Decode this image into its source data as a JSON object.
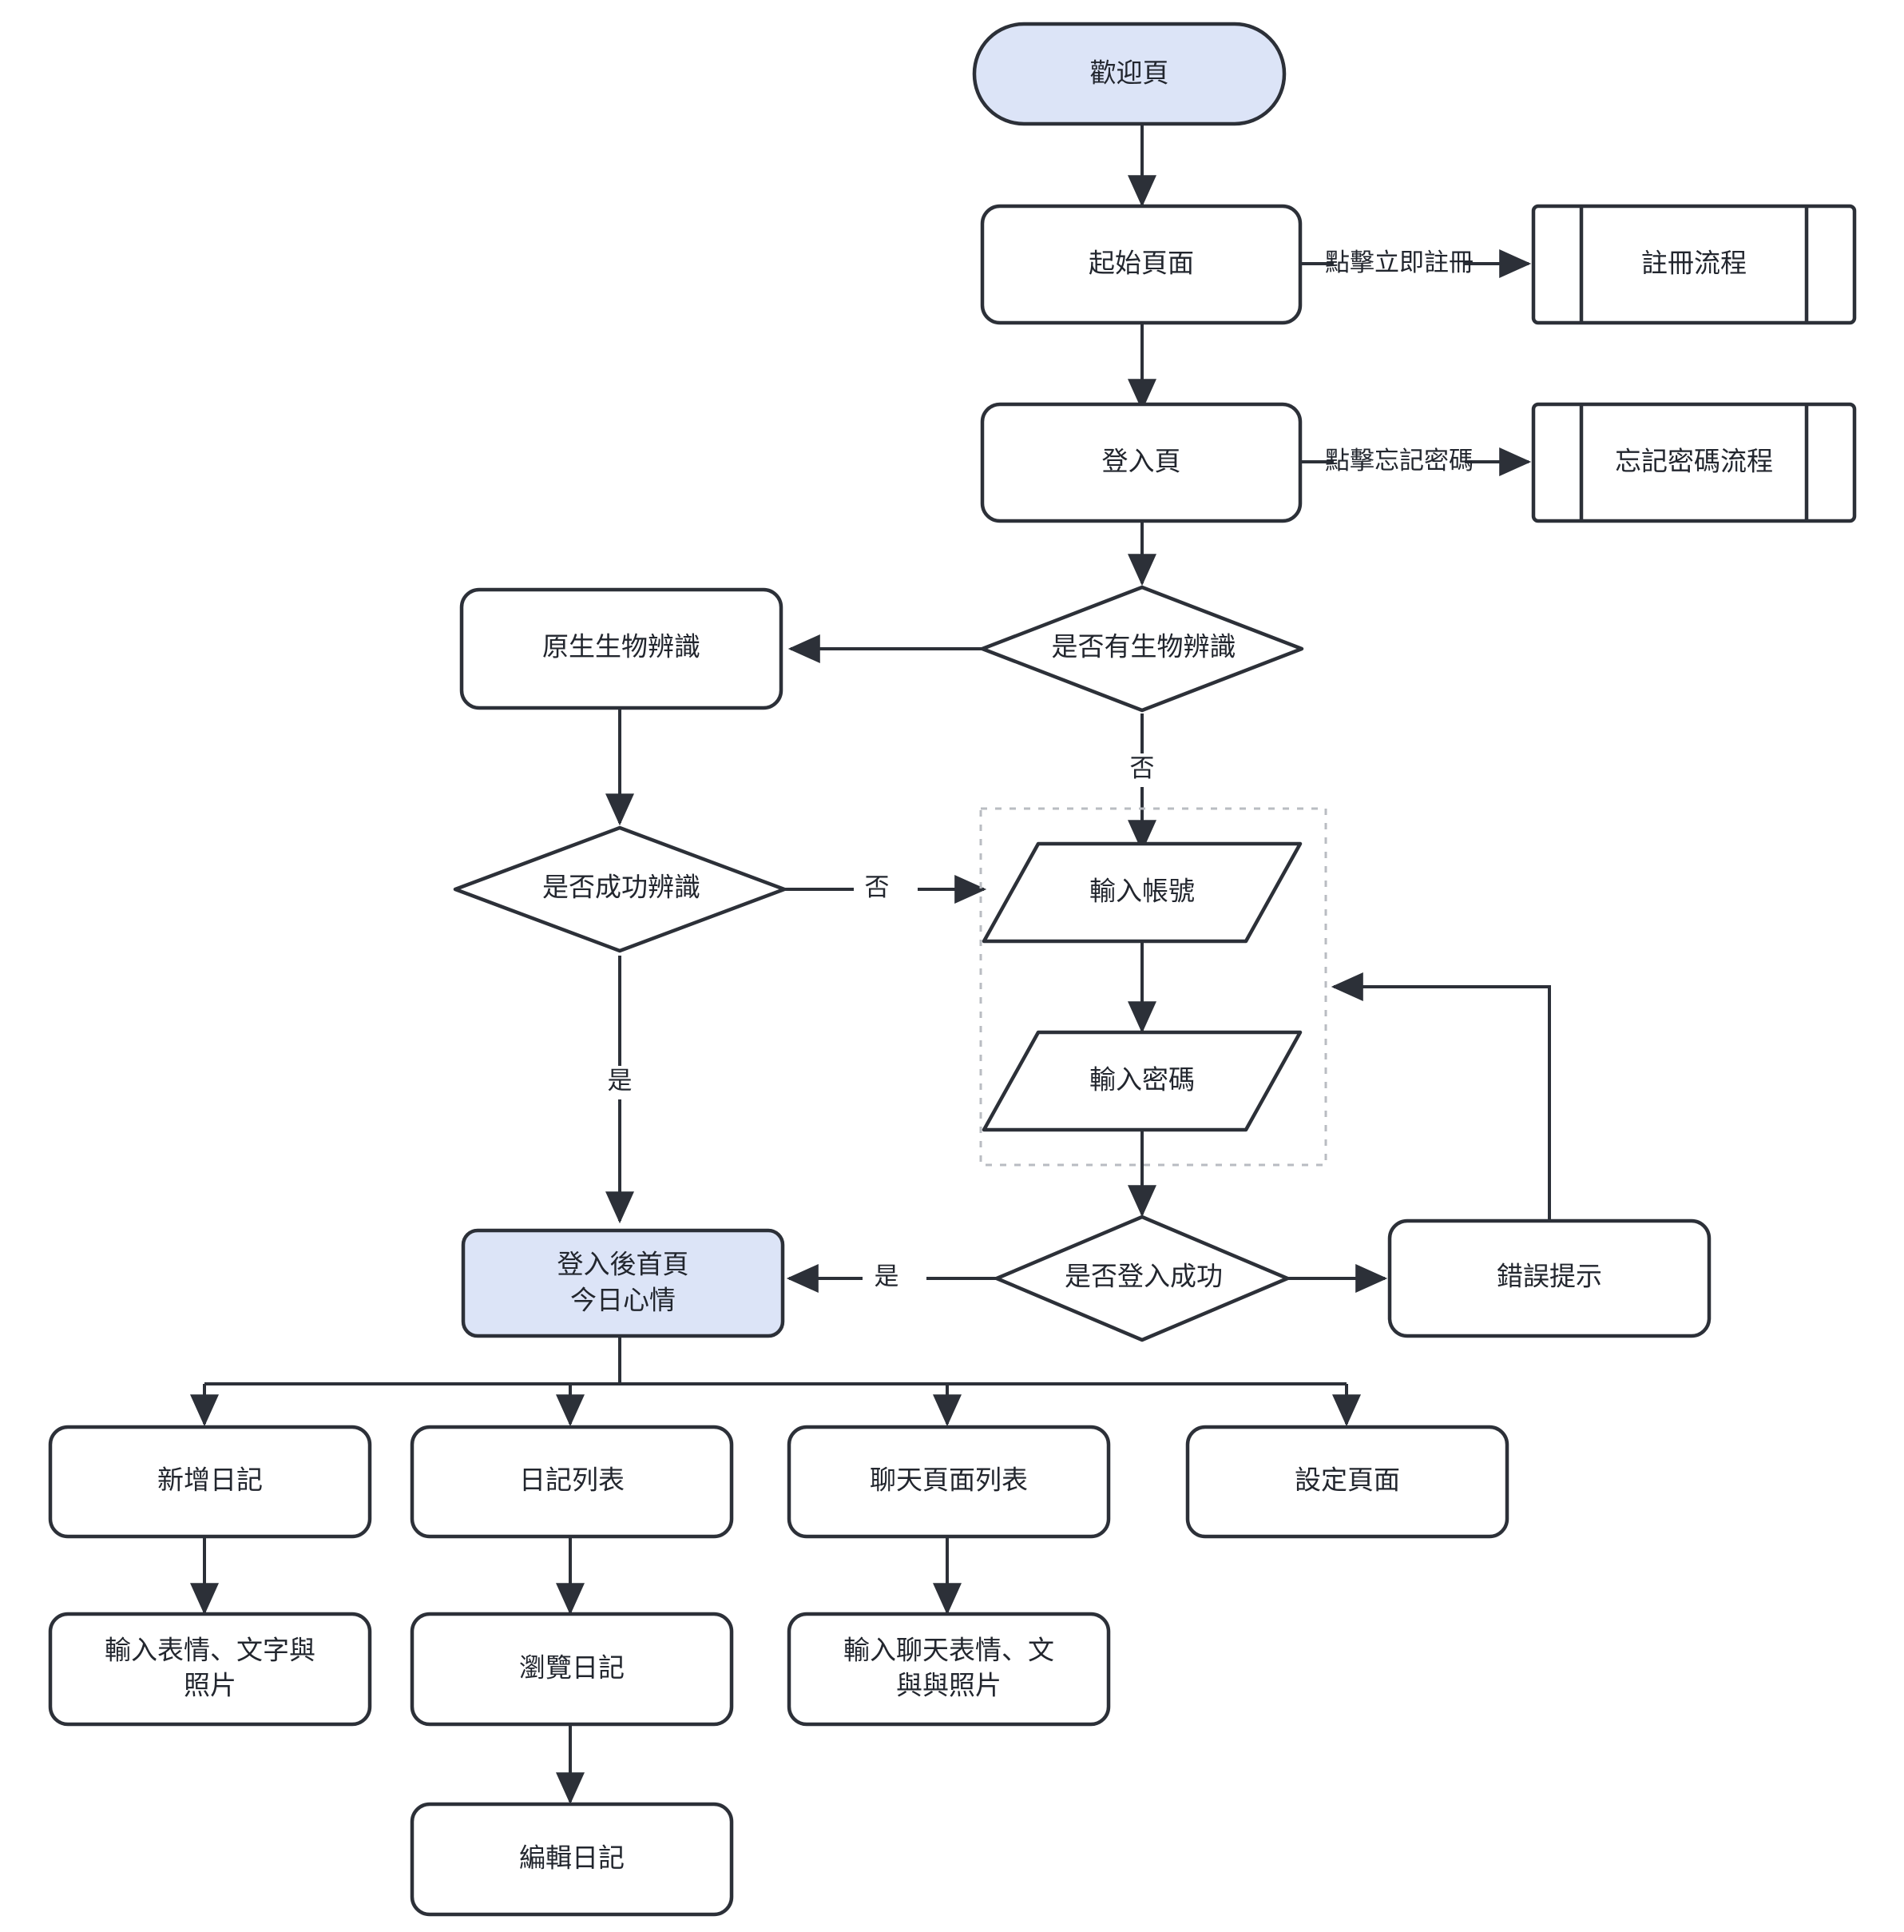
{
  "diagram": {
    "title": "App Login And Diary Flowchart",
    "colors": {
      "accent_fill": "#dce4f7",
      "stroke": "#2c3038",
      "group_stroke": "#b9bcc2",
      "background": "#ffffff"
    },
    "nodes": {
      "welcome": {
        "label": "歡迎頁",
        "shape": "stadium",
        "highlight": true
      },
      "start_page": {
        "label": "起始頁面",
        "shape": "rounded-rect",
        "highlight": false
      },
      "register_flow": {
        "label": "註冊流程",
        "shape": "subroutine",
        "highlight": false
      },
      "login_page": {
        "label": "登入頁",
        "shape": "rounded-rect",
        "highlight": false
      },
      "forgot_password_flow": {
        "label": "忘記密碼流程",
        "shape": "subroutine",
        "highlight": false
      },
      "has_biometrics": {
        "label": "是否有生物辨識",
        "shape": "diamond",
        "highlight": false
      },
      "native_biometrics": {
        "label": "原生生物辨識",
        "shape": "rounded-rect",
        "highlight": false
      },
      "biometrics_success": {
        "label": "是否成功辨識",
        "shape": "diamond",
        "highlight": false
      },
      "input_account": {
        "label": "輸入帳號",
        "shape": "parallelogram",
        "highlight": false
      },
      "input_password": {
        "label": "輸入密碼",
        "shape": "parallelogram",
        "highlight": false
      },
      "login_success": {
        "label": "是否登入成功",
        "shape": "diamond",
        "highlight": false
      },
      "error_message": {
        "label": "錯誤提示",
        "shape": "rounded-rect",
        "highlight": false
      },
      "home_after_login": {
        "label_line1": "登入後首頁",
        "label_line2": "今日心情",
        "shape": "rounded-rect",
        "highlight": true
      },
      "new_diary": {
        "label": "新增日記",
        "shape": "rounded-rect",
        "highlight": false
      },
      "diary_list": {
        "label": "日記列表",
        "shape": "rounded-rect",
        "highlight": false
      },
      "chat_page_list": {
        "label": "聊天頁面列表",
        "shape": "rounded-rect",
        "highlight": false
      },
      "settings_page": {
        "label": "設定頁面",
        "shape": "rounded-rect",
        "highlight": false
      },
      "input_emoji_text_photo": {
        "label_line1": "輸入表情、文字與",
        "label_line2": "照片",
        "shape": "rounded-rect",
        "highlight": false
      },
      "browse_diary": {
        "label": "瀏覽日記",
        "shape": "rounded-rect",
        "highlight": false
      },
      "input_chat_emoji_text_photo": {
        "label_line1": "輸入聊天表情、文",
        "label_line2": "與與照片",
        "shape": "rounded-rect",
        "highlight": false
      },
      "edit_diary": {
        "label": "編輯日記",
        "shape": "rounded-rect",
        "highlight": false
      }
    },
    "edge_labels": {
      "click_register": "點擊立即註冊",
      "click_forgot_password": "點擊忘記密碼",
      "biometrics_no": "否",
      "recognize_no": "否",
      "recognize_yes": "是",
      "login_yes": "是"
    }
  }
}
